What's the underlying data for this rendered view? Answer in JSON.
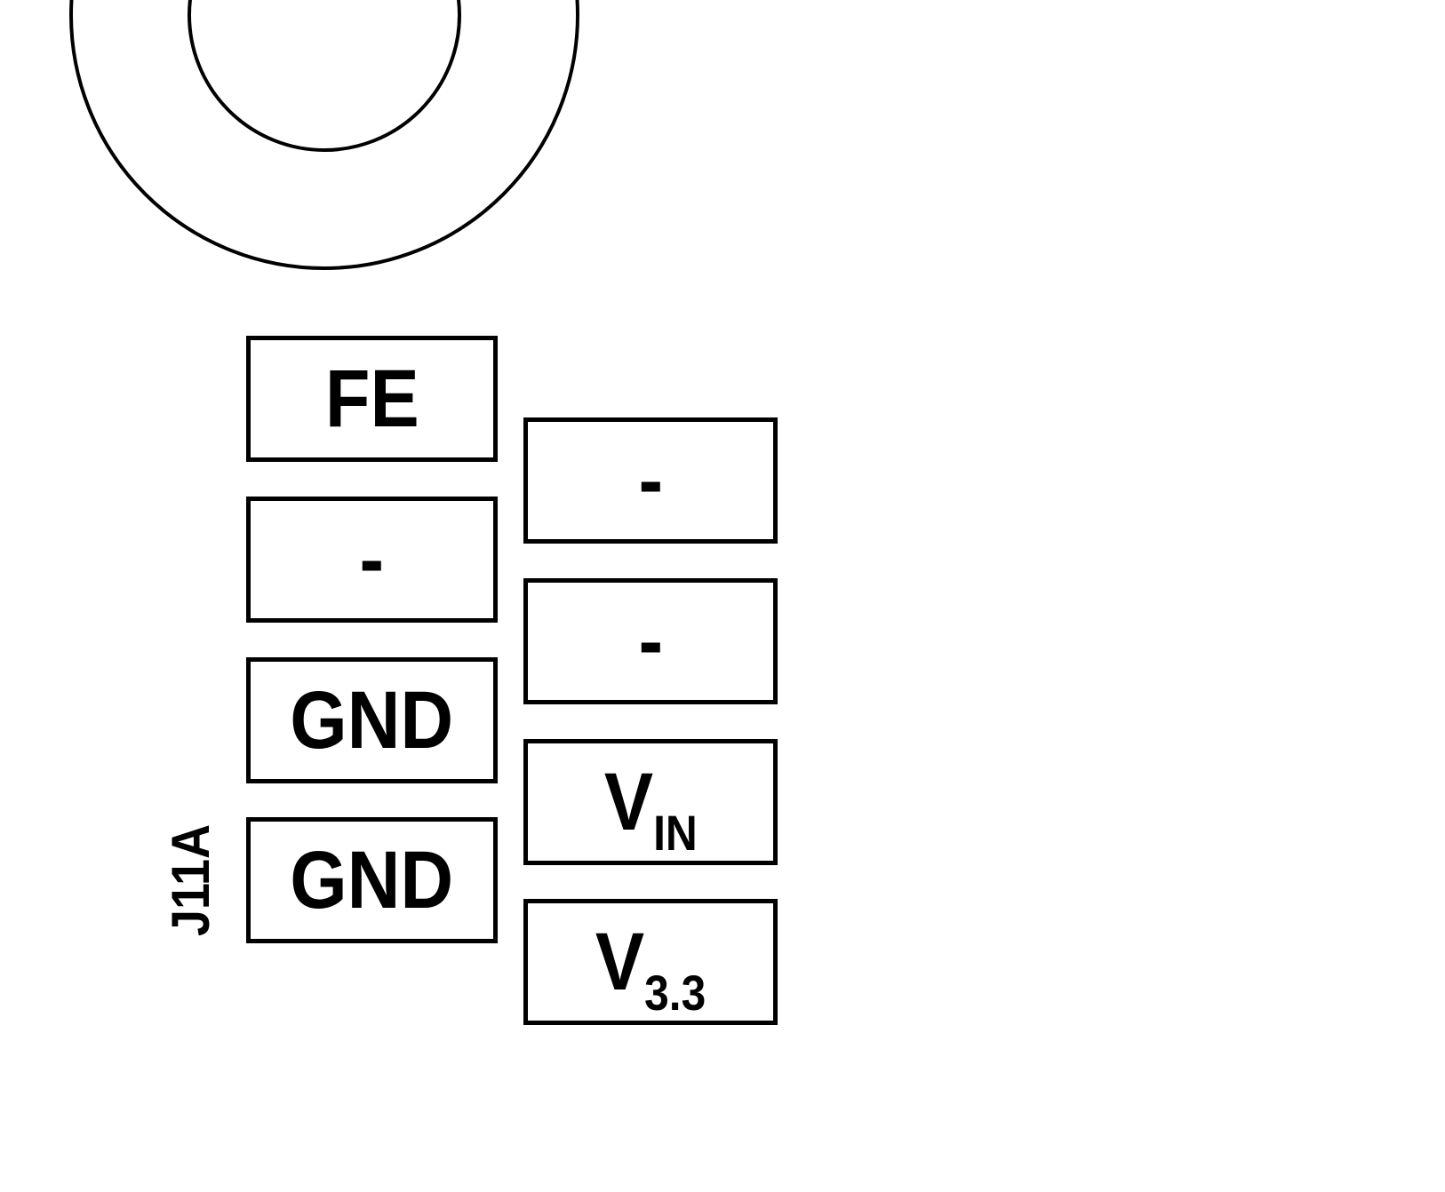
{
  "diagram": {
    "type": "connector-pinout",
    "connector_label": "J11A",
    "pins": {
      "left": [
        "FE",
        "-",
        "GND",
        "GND"
      ],
      "right": [
        {
          "main": "-",
          "sub": ""
        },
        {
          "main": "-",
          "sub": ""
        },
        {
          "main": "V",
          "sub": "IN"
        },
        {
          "main": "V",
          "sub": "3.3"
        }
      ]
    },
    "colors": {
      "line": "#000000",
      "text": "#000000",
      "background": "#ffffff"
    }
  }
}
